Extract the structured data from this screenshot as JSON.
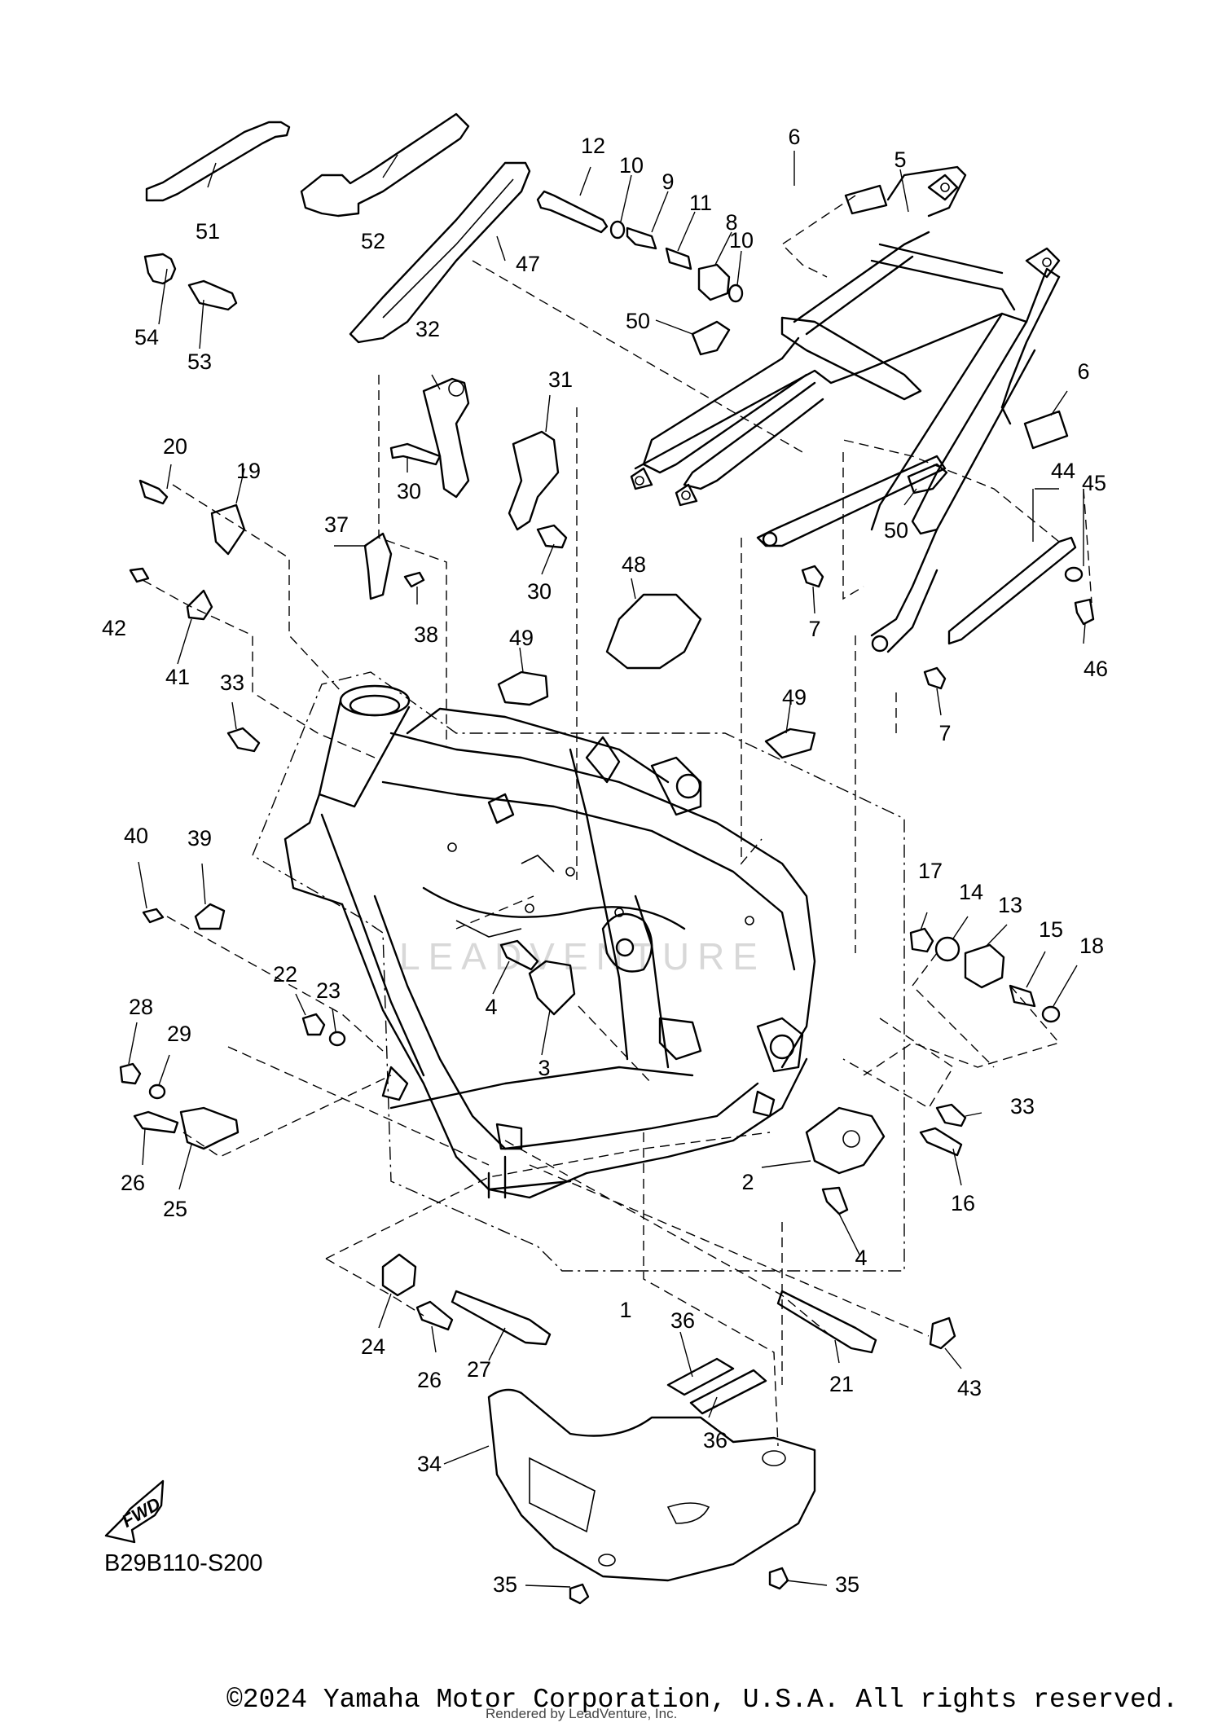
{
  "diagram": {
    "code": "B29B110-S200",
    "fwd_label": "FWD",
    "watermark": "LEADVENTURE",
    "copyright": "©2024 Yamaha Motor Corporation, U.S.A. All rights reserved.",
    "rendered_by": "Rendered by LeadVenture, Inc."
  },
  "callouts": [
    {
      "id": "c1",
      "text": "1"
    },
    {
      "id": "c2",
      "text": "2"
    },
    {
      "id": "c3",
      "text": "3"
    },
    {
      "id": "c4a",
      "text": "4"
    },
    {
      "id": "c4b",
      "text": "4"
    },
    {
      "id": "c5",
      "text": "5"
    },
    {
      "id": "c6a",
      "text": "6"
    },
    {
      "id": "c6b",
      "text": "6"
    },
    {
      "id": "c7a",
      "text": "7"
    },
    {
      "id": "c7b",
      "text": "7"
    },
    {
      "id": "c8",
      "text": "8"
    },
    {
      "id": "c9",
      "text": "9"
    },
    {
      "id": "c10a",
      "text": "10"
    },
    {
      "id": "c10b",
      "text": "10"
    },
    {
      "id": "c11",
      "text": "11"
    },
    {
      "id": "c12",
      "text": "12"
    },
    {
      "id": "c13",
      "text": "13"
    },
    {
      "id": "c14",
      "text": "14"
    },
    {
      "id": "c15",
      "text": "15"
    },
    {
      "id": "c16",
      "text": "16"
    },
    {
      "id": "c17",
      "text": "17"
    },
    {
      "id": "c18",
      "text": "18"
    },
    {
      "id": "c19",
      "text": "19"
    },
    {
      "id": "c20",
      "text": "20"
    },
    {
      "id": "c21",
      "text": "21"
    },
    {
      "id": "c22",
      "text": "22"
    },
    {
      "id": "c23",
      "text": "23"
    },
    {
      "id": "c24",
      "text": "24"
    },
    {
      "id": "c25",
      "text": "25"
    },
    {
      "id": "c26a",
      "text": "26"
    },
    {
      "id": "c26b",
      "text": "26"
    },
    {
      "id": "c27",
      "text": "27"
    },
    {
      "id": "c28",
      "text": "28"
    },
    {
      "id": "c29",
      "text": "29"
    },
    {
      "id": "c30a",
      "text": "30"
    },
    {
      "id": "c30b",
      "text": "30"
    },
    {
      "id": "c31",
      "text": "31"
    },
    {
      "id": "c32",
      "text": "32"
    },
    {
      "id": "c33a",
      "text": "33"
    },
    {
      "id": "c33b",
      "text": "33"
    },
    {
      "id": "c34",
      "text": "34"
    },
    {
      "id": "c35a",
      "text": "35"
    },
    {
      "id": "c35b",
      "text": "35"
    },
    {
      "id": "c36a",
      "text": "36"
    },
    {
      "id": "c36b",
      "text": "36"
    },
    {
      "id": "c37",
      "text": "37"
    },
    {
      "id": "c38",
      "text": "38"
    },
    {
      "id": "c39",
      "text": "39"
    },
    {
      "id": "c40",
      "text": "40"
    },
    {
      "id": "c41",
      "text": "41"
    },
    {
      "id": "c42",
      "text": "42"
    },
    {
      "id": "c43",
      "text": "43"
    },
    {
      "id": "c44",
      "text": "44"
    },
    {
      "id": "c45",
      "text": "45"
    },
    {
      "id": "c46",
      "text": "46"
    },
    {
      "id": "c47",
      "text": "47"
    },
    {
      "id": "c48",
      "text": "48"
    },
    {
      "id": "c49a",
      "text": "49"
    },
    {
      "id": "c49b",
      "text": "49"
    },
    {
      "id": "c50a",
      "text": "50"
    },
    {
      "id": "c50b",
      "text": "50"
    },
    {
      "id": "c51",
      "text": "51"
    },
    {
      "id": "c52",
      "text": "52"
    },
    {
      "id": "c53",
      "text": "53"
    },
    {
      "id": "c54",
      "text": "54"
    }
  ]
}
